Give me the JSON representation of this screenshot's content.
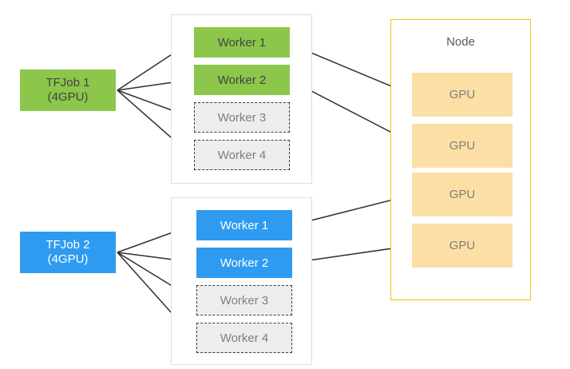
{
  "diagram": {
    "jobs": [
      {
        "name": "TFJob 1",
        "spec": "(4GPU)",
        "fill": "#8CC64A",
        "text_color": "#424242"
      },
      {
        "name": "TFJob 2",
        "spec": "(4GPU)",
        "fill": "#2E9BF0",
        "text_color": "#FFFFFF"
      }
    ],
    "worker_groups": [
      {
        "workers": [
          {
            "label": "Worker 1",
            "variant": "filled-green"
          },
          {
            "label": "Worker 2",
            "variant": "filled-green"
          },
          {
            "label": "Worker 3",
            "variant": "dashed-gray"
          },
          {
            "label": "Worker 4",
            "variant": "dashed-gray"
          }
        ]
      },
      {
        "workers": [
          {
            "label": "Worker 1",
            "variant": "filled-blue"
          },
          {
            "label": "Worker 2",
            "variant": "filled-blue"
          },
          {
            "label": "Worker 3",
            "variant": "dashed-gray"
          },
          {
            "label": "Worker 4",
            "variant": "dashed-gray"
          }
        ]
      }
    ],
    "node": {
      "label": "Node",
      "gpus": [
        {
          "label": "GPU"
        },
        {
          "label": "GPU"
        },
        {
          "label": "GPU"
        },
        {
          "label": "GPU"
        }
      ]
    },
    "edges": [
      {
        "from": "tfjob-1",
        "to": "group1-worker-1"
      },
      {
        "from": "tfjob-1",
        "to": "group1-worker-2"
      },
      {
        "from": "tfjob-1",
        "to": "group1-worker-3"
      },
      {
        "from": "tfjob-1",
        "to": "group1-worker-4"
      },
      {
        "from": "group1-worker-1",
        "to": "gpu-1"
      },
      {
        "from": "group1-worker-2",
        "to": "gpu-2"
      },
      {
        "from": "tfjob-2",
        "to": "group2-worker-1"
      },
      {
        "from": "tfjob-2",
        "to": "group2-worker-2"
      },
      {
        "from": "tfjob-2",
        "to": "group2-worker-3"
      },
      {
        "from": "tfjob-2",
        "to": "group2-worker-4"
      },
      {
        "from": "group2-worker-1",
        "to": "gpu-3"
      },
      {
        "from": "group2-worker-2",
        "to": "gpu-4"
      }
    ],
    "colors": {
      "job1_green": "#8CC64A",
      "job2_blue": "#2E9BF0",
      "gpu_fill": "#FCDFA4",
      "node_border": "#FFC000",
      "pending_fill": "#EDEDED",
      "pending_border": "#3A3A3A",
      "group_border": "#DEDEDE",
      "arrow": "#303030",
      "gray_text": "#7F7F7F"
    }
  }
}
